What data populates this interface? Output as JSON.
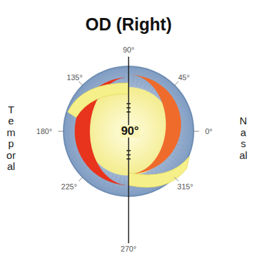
{
  "diagram": {
    "title": "OD (Right)",
    "labels": [
      "90°",
      "45°",
      "135°",
      "180°",
      "0°",
      "225°",
      "315°",
      "270°",
      "90°",
      "Temporal",
      "Nasal"
    ]
  }
}
